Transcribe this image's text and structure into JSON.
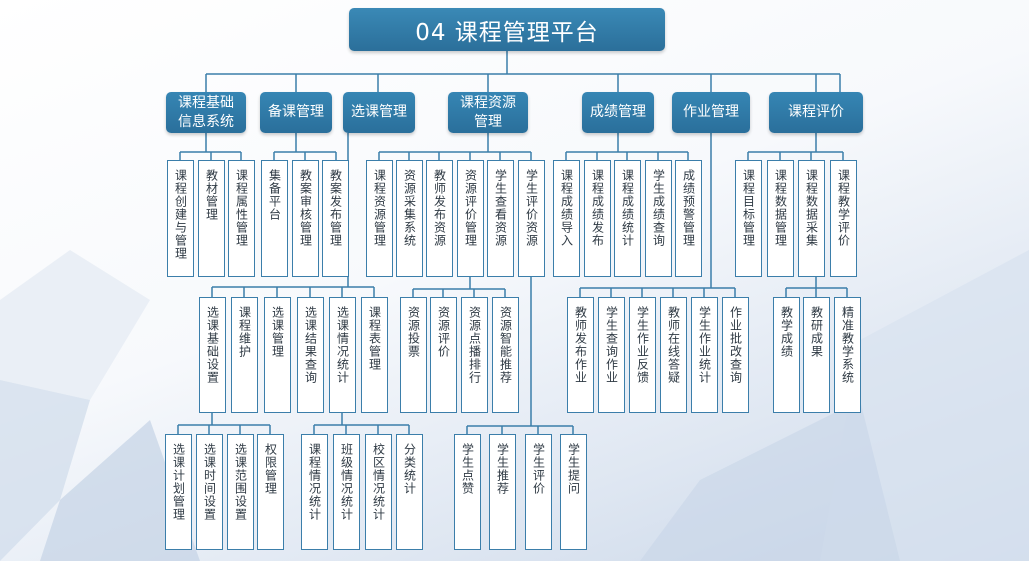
{
  "diagram": {
    "title": "04 课程管理平台",
    "categories": [
      "课程基础信息系统",
      "备课管理",
      "选课管理",
      "课程资源管理",
      "成绩管理",
      "作业管理",
      "课程评价"
    ],
    "level2": [
      "课程创建与管理",
      "教材管理",
      "课程属性管理",
      "集备平台",
      "教案审核管理",
      "教案发布管理",
      "课程资源管理",
      "资源采集系统",
      "教师发布资源",
      "资源评价管理",
      "学生查看资源",
      "学生评价资源",
      "课程成绩导入",
      "课程成绩发布",
      "课程成绩统计",
      "学生成绩查询",
      "成绩预警管理",
      "课程目标管理",
      "课程数据管理",
      "课程数据采集",
      "课程教学评价"
    ],
    "level3": [
      "选课基础设置",
      "课程维护",
      "选课管理",
      "选课结果查询",
      "选课情况统计",
      "课程表管理",
      "资源投票",
      "资源评价",
      "资源点播排行",
      "资源智能推荐",
      "教师发布作业",
      "学生查询作业",
      "学生作业反馈",
      "教师在线答疑",
      "学生作业统计",
      "作业批改查询",
      "教学成绩",
      "教研成果",
      "精准教学系统"
    ],
    "level4": [
      "选课计划管理",
      "选课时间设置",
      "选课范围设置",
      "权限管理",
      "课程情况统计",
      "班级情况统计",
      "校区情况统计",
      "分类统计",
      "学生点赞",
      "学生推荐",
      "学生评价",
      "学生提问"
    ]
  }
}
